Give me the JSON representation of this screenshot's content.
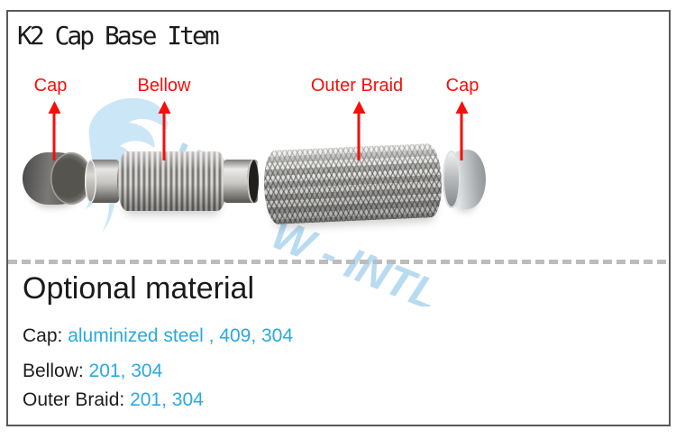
{
  "title": "K2 Cap Base Item",
  "diagram": {
    "label_color": "#f50f0a",
    "arrow_icon": "up-arrow",
    "parts": [
      {
        "label": "Cap"
      },
      {
        "label": "Bellow"
      },
      {
        "label": "Outer Braid"
      },
      {
        "label": "Cap"
      }
    ]
  },
  "watermark": {
    "logo": "swoosh-bird-logo",
    "text_partial": "W",
    "text_main": "W - INTL",
    "color": "#7dbee6"
  },
  "materials": {
    "heading": "Optional material",
    "accent_color": "#29a9e2",
    "rows": [
      {
        "label": "Cap:",
        "value": "aluminized steel , 409, 304"
      },
      {
        "label": "Bellow:",
        "value": "201, 304"
      },
      {
        "label": "Outer Braid:",
        "value": "201, 304"
      }
    ]
  },
  "frame": {
    "border_color": "#59595b",
    "divider_color": "#bcbcbc"
  }
}
